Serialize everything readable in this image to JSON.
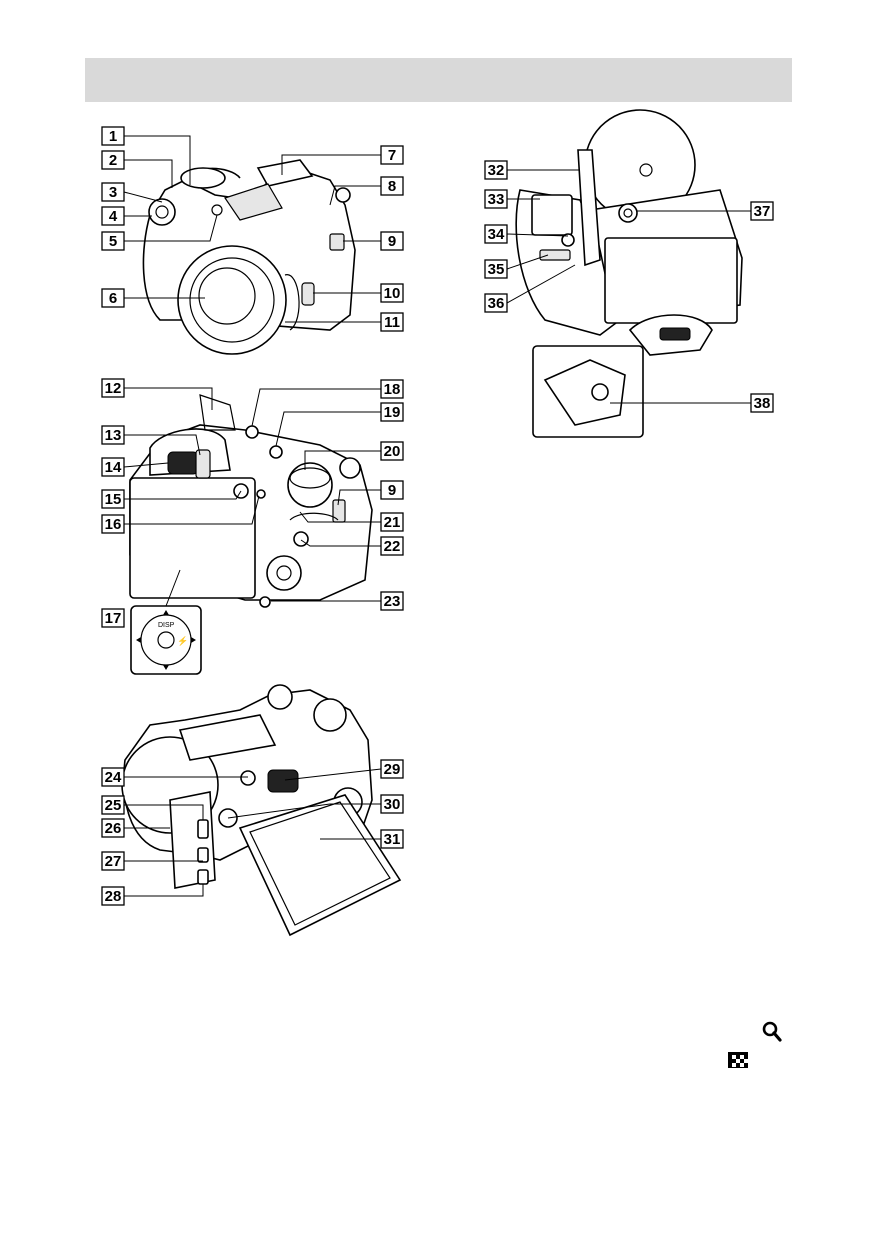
{
  "callouts": [
    "1",
    "2",
    "3",
    "4",
    "5",
    "6",
    "7",
    "8",
    "9",
    "10",
    "11",
    "12",
    "13",
    "14",
    "15",
    "16",
    "17",
    "18",
    "19",
    "20",
    "9",
    "21",
    "22",
    "23",
    "24",
    "25",
    "26",
    "27",
    "28",
    "29",
    "30",
    "31",
    "32",
    "33",
    "34",
    "35",
    "36",
    "37",
    "38"
  ],
  "dial_labels": {
    "top": "DISP",
    "right": "⚡"
  },
  "icons": {
    "zoom": "magnifier-icon",
    "index": "index-grid-icon"
  }
}
